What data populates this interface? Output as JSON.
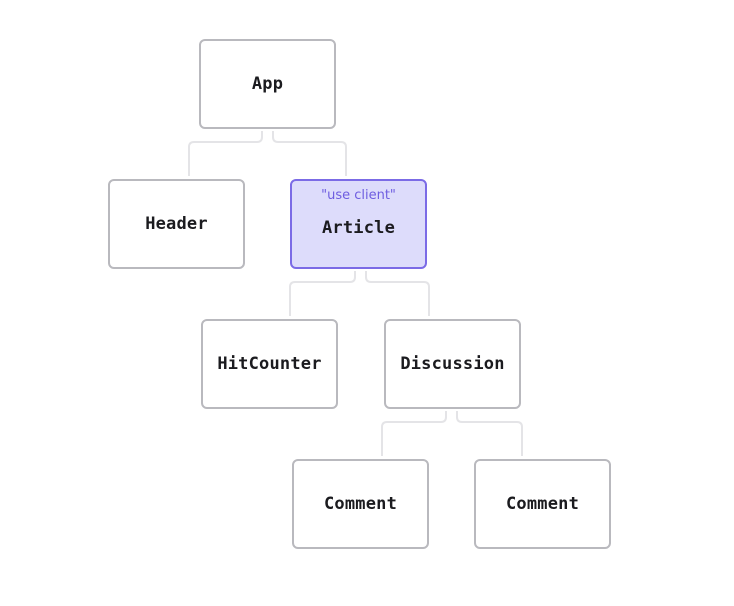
{
  "colors": {
    "node_border": "#b9b9be",
    "client_fill": "#dddcfb",
    "client_border": "#7b6be6",
    "client_directive": "#6e5de0",
    "connector": "#e4e4e7"
  },
  "tree": {
    "app": {
      "label": "App"
    },
    "header": {
      "label": "Header"
    },
    "article": {
      "label": "Article",
      "directive": "\"use client\""
    },
    "hit_counter": {
      "label": "HitCounter"
    },
    "discussion": {
      "label": "Discussion"
    },
    "comment_1": {
      "label": "Comment"
    },
    "comment_2": {
      "label": "Comment"
    }
  }
}
